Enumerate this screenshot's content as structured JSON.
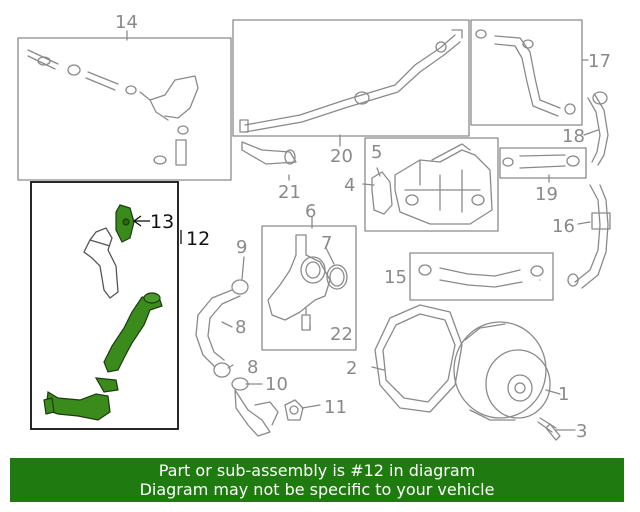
{
  "diagram": {
    "callouts": [
      "1",
      "2",
      "3",
      "4",
      "5",
      "6",
      "7",
      "8",
      "8",
      "9",
      "10",
      "11",
      "12",
      "13",
      "14",
      "15",
      "16",
      "17",
      "18",
      "19",
      "20",
      "21",
      "22"
    ],
    "highlighted_part": "12",
    "colors": {
      "highlight_fill": "#3b8a1c",
      "highlight_box": "#111111",
      "line": "#8a8a8a",
      "banner": "#1f7a10"
    }
  },
  "banner": {
    "line1": "Part or sub-assembly is #12 in diagram",
    "line2": "Diagram may not be specific to your vehicle"
  }
}
